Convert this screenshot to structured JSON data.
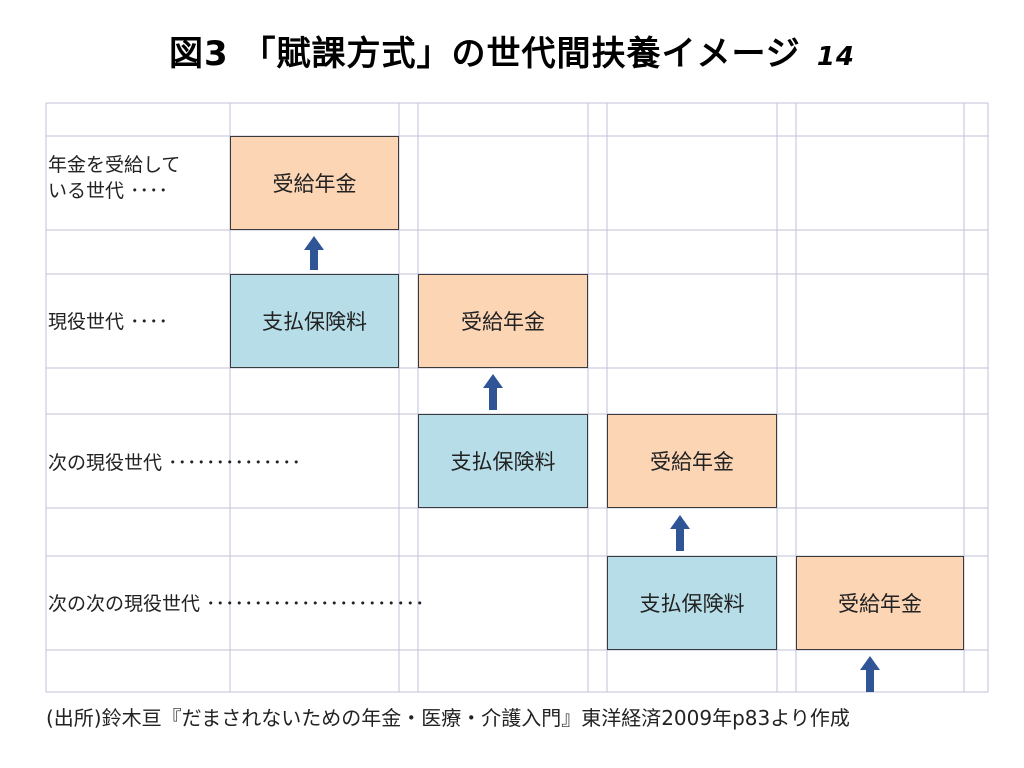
{
  "title": {
    "main": "図3 「賦課方式」の世代間扶養イメージ",
    "page_number": "14"
  },
  "rows": [
    {
      "label_line1": "年金を受給して",
      "label_line2": "いる世代 ････"
    },
    {
      "label": "現役世代 ････"
    },
    {
      "label": "次の現役世代 ･･････････････"
    },
    {
      "label": "次の次の現役世代 ･･･････････････････････"
    }
  ],
  "boxes": {
    "receive": "受給年金",
    "pay": "支払保険料"
  },
  "colors": {
    "receive": "#fcd5b5",
    "pay": "#b7dde8",
    "arrow": "#2f5597",
    "grid": "#c0c0d8"
  },
  "source": "(出所)鈴木亘『だまされないための年金・医療・介護入門』東洋経済2009年p83より作成"
}
